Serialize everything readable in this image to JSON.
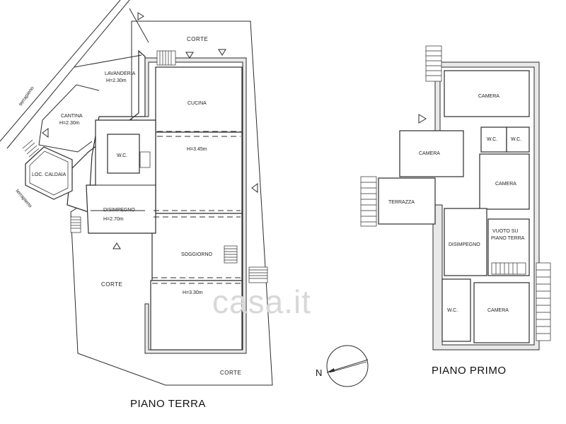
{
  "plans": {
    "ground_title": "PIANO TERRA",
    "first_title": "PIANO PRIMO"
  },
  "ground_labels": {
    "corte_top": "CORTE",
    "corte_left": "CORTE",
    "corte_bottom": "CORTE",
    "terrapieno_top": "terrapieno",
    "terrapieno_bottom": "terrapieno",
    "lavanderia": "LAVANDERIA",
    "lavanderia_h": "H=2.30m",
    "cantina": "CANTINA",
    "cantina_h": "H=2.30m",
    "loc_caldaia": "LOC. CALDAIA",
    "cucina": "CUCINA",
    "wc": "W.C.",
    "h_345": "H=3.45m",
    "disimpegno": "DISIMPEGNO",
    "disimpegno_h": "H=2.70m",
    "soggiorno": "SOGGIORNO",
    "h_330": "H=3.30m"
  },
  "first_labels": {
    "camera_top": "CAMERA",
    "wc_a": "W.C.",
    "wc_b": "W.C.",
    "camera_left": "CAMERA",
    "camera_right": "CAMERA",
    "terrazza": "TERRAZZA",
    "disimpegno": "DISIMPEGNO",
    "vuoto_1": "VUOTO SU",
    "vuoto_2": "PIANO TERRA",
    "wc_bottom": "W.C.",
    "camera_bottom": "CAMERA"
  },
  "compass": {
    "north_label": "N"
  },
  "watermark": {
    "text": "casa.it"
  }
}
